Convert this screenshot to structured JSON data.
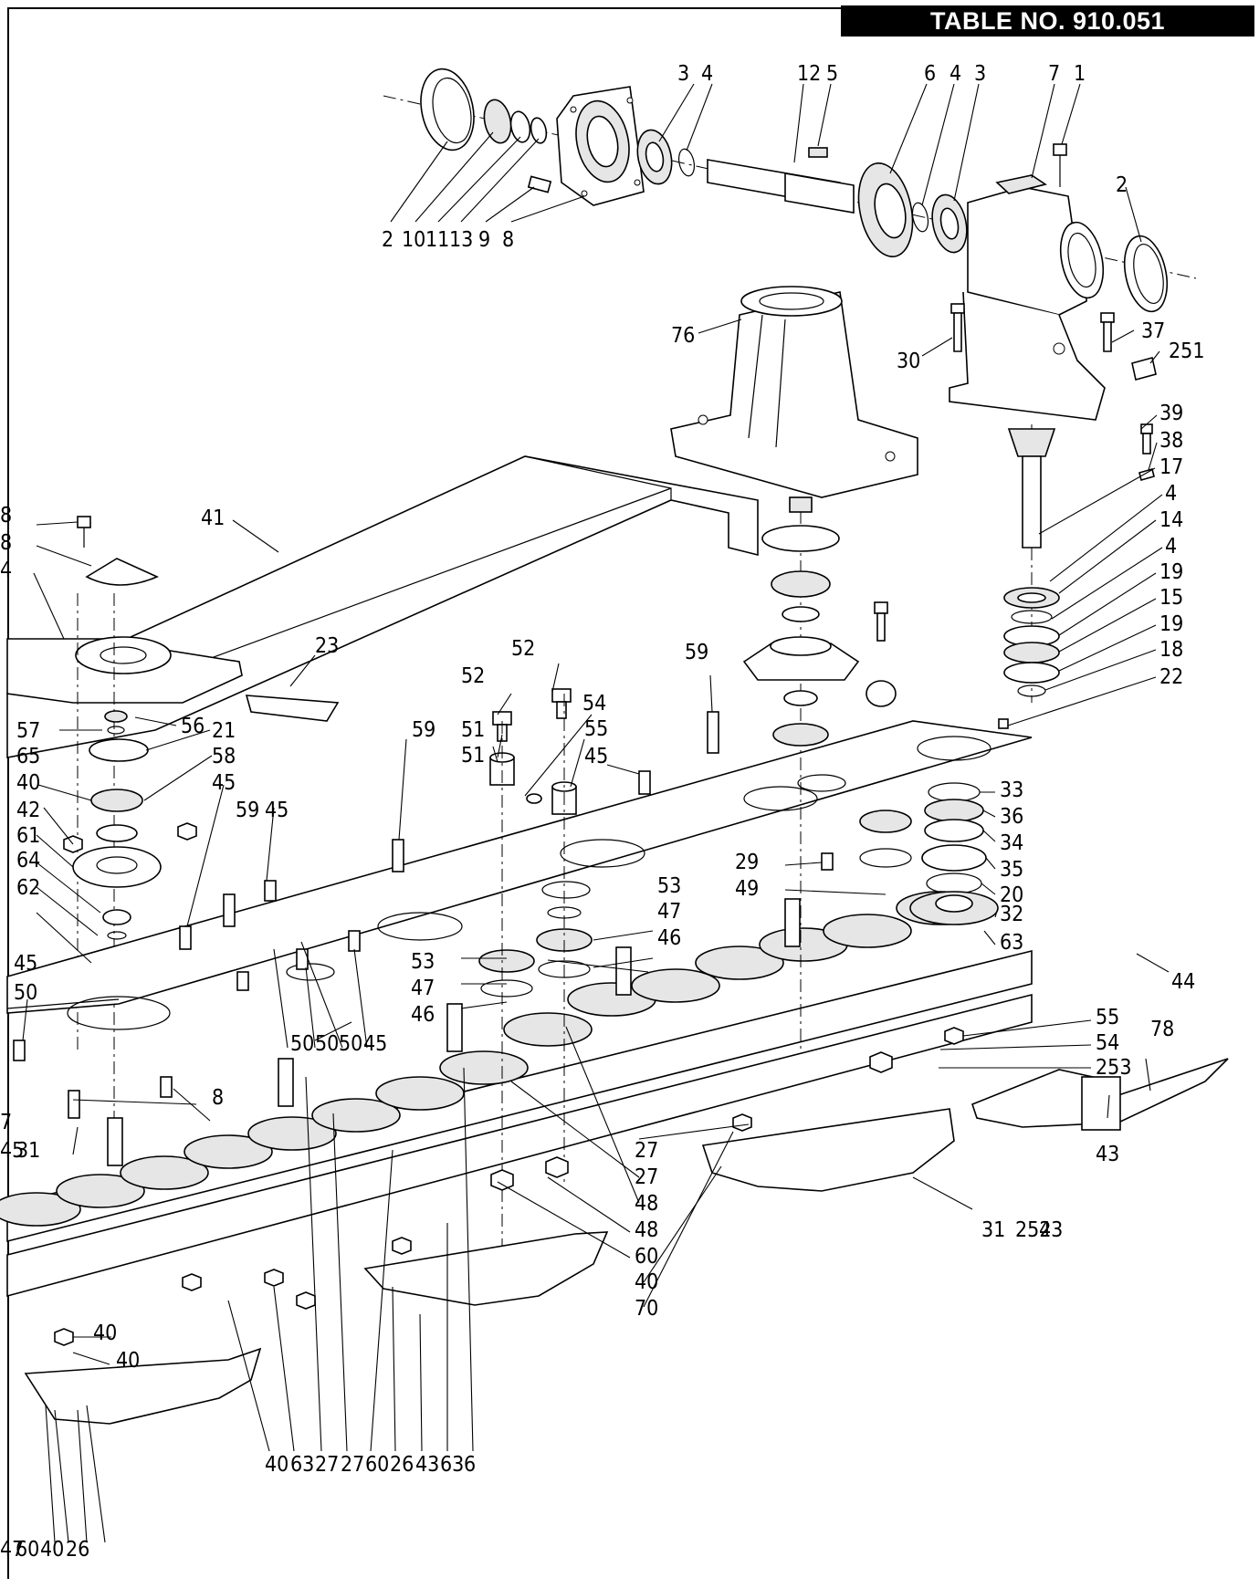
{
  "header": {
    "title": "TABLE NO.  910.051"
  },
  "diagram": {
    "part_labels": [
      "3",
      "4",
      "12",
      "5",
      "6",
      "4",
      "3",
      "7",
      "1",
      "2",
      "10",
      "11",
      "13",
      "9",
      "8",
      "2",
      "76",
      "30",
      "37",
      "251",
      "39",
      "38",
      "17",
      "4",
      "14",
      "4",
      "19",
      "15",
      "19",
      "18",
      "22",
      "41",
      "23",
      "52",
      "52",
      "54",
      "51",
      "55",
      "51",
      "59",
      "59",
      "45",
      "8",
      "8",
      "4",
      "57",
      "56",
      "21",
      "65",
      "58",
      "40",
      "45",
      "59",
      "45",
      "42",
      "61",
      "64",
      "62",
      "33",
      "36",
      "34",
      "35",
      "20",
      "32",
      "63",
      "44",
      "29",
      "49",
      "53",
      "47",
      "46",
      "53",
      "47",
      "46",
      "45",
      "50",
      "50",
      "50",
      "50",
      "45",
      "8",
      "7",
      "45",
      "31",
      "55",
      "54",
      "253",
      "78",
      "43",
      "27",
      "27",
      "48",
      "48",
      "60",
      "40",
      "70",
      "31",
      "252",
      "43",
      "40",
      "40",
      "40",
      "63",
      "27",
      "27",
      "60",
      "26",
      "43",
      "63",
      "6",
      "47",
      "60",
      "40",
      "26"
    ]
  }
}
